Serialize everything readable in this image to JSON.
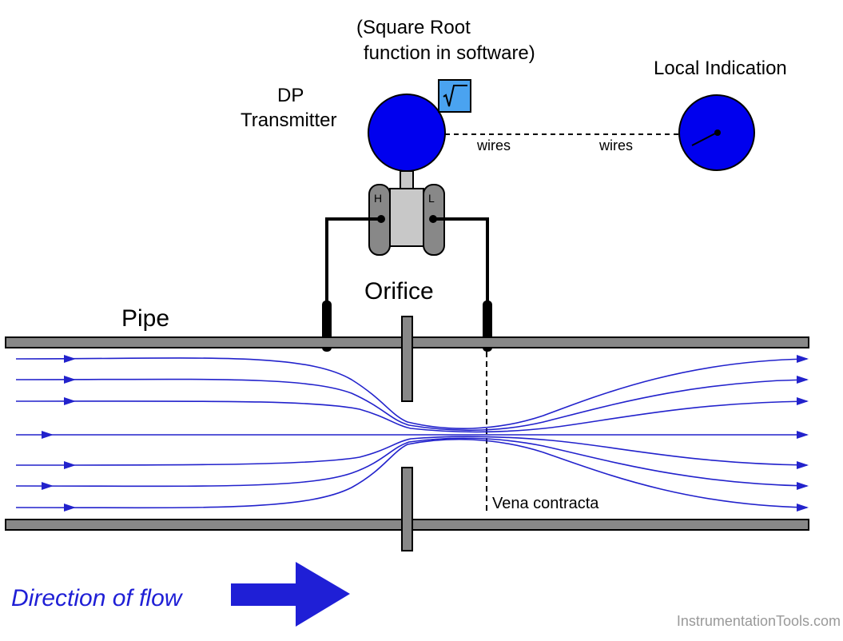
{
  "labels": {
    "sqrt_note_line1": "(Square Root",
    "sqrt_note_line2": "function in software)",
    "dp_line1": "DP",
    "dp_line2": "Transmitter",
    "local_indication": "Local Indication",
    "wires_left": "wires",
    "wires_right": "wires",
    "port_high": "H",
    "port_low": "L",
    "orifice": "Orifice",
    "pipe": "Pipe",
    "vena_contracta": "Vena contracta",
    "direction_of_flow": "Direction of flow",
    "watermark": "InstrumentationTools.com"
  },
  "icons": {
    "sqrt_symbol": "√"
  },
  "colors": {
    "transmitter_blue": "#0000ee",
    "flow_blue": "#2222cc",
    "pipe_gray": "#888888",
    "sqrt_box": "#4aa3f0",
    "direction_blue": "#1f1fd6",
    "watermark_gray": "#999999"
  }
}
